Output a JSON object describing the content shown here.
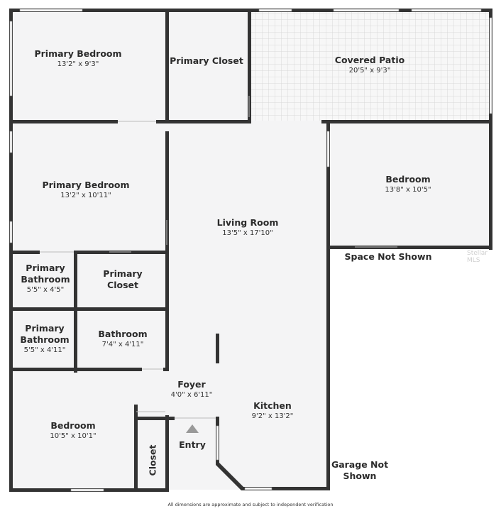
{
  "rooms": [
    {
      "name": "Primary Bedroom",
      "dims": "13'2\" x 9'3\""
    },
    {
      "name": "Primary Closet",
      "dims": ""
    },
    {
      "name": "Covered Patio",
      "dims": "20'5\" x 9'3\""
    },
    {
      "name": "Primary Bedroom",
      "dims": "13'2\" x 10'11\""
    },
    {
      "name": "Bedroom",
      "dims": "13'8\" x 10'5\""
    },
    {
      "name": "Living Room",
      "dims": "13'5\" x 17'10\""
    },
    {
      "name": "Primary Bathroom",
      "name_line1": "Primary",
      "name_line2": "Bathroom",
      "dims": "5'5\" x 4'5\""
    },
    {
      "name": "Primary Closet",
      "name_line1": "Primary",
      "name_line2": "Closet",
      "dims": ""
    },
    {
      "name": "Primary Bathroom",
      "name_line1": "Primary",
      "name_line2": "Bathroom",
      "dims": "5'5\" x 4'11\""
    },
    {
      "name": "Bathroom",
      "dims": "7'4\" x 4'11\""
    },
    {
      "name": "Foyer",
      "dims": "4'0\" x 6'11\""
    },
    {
      "name": "Kitchen",
      "dims": "9'2\" x 13'2\""
    },
    {
      "name": "Bedroom",
      "dims": "10'5\" x 10'1\""
    },
    {
      "name": "Closet",
      "dims": ""
    }
  ],
  "outside_labels": {
    "space_not_shown": "Space Not Shown",
    "garage_line1": "Garage Not",
    "garage_line2": "Shown",
    "entry": "Entry"
  },
  "footer": "All dimensions are approximate and subject to independent verification",
  "watermark": "Stellar MLS",
  "colors": {
    "wall": "#333333",
    "floor": "#f4f4f5",
    "patio": "#f7f7f7",
    "window": "#ffffff"
  }
}
